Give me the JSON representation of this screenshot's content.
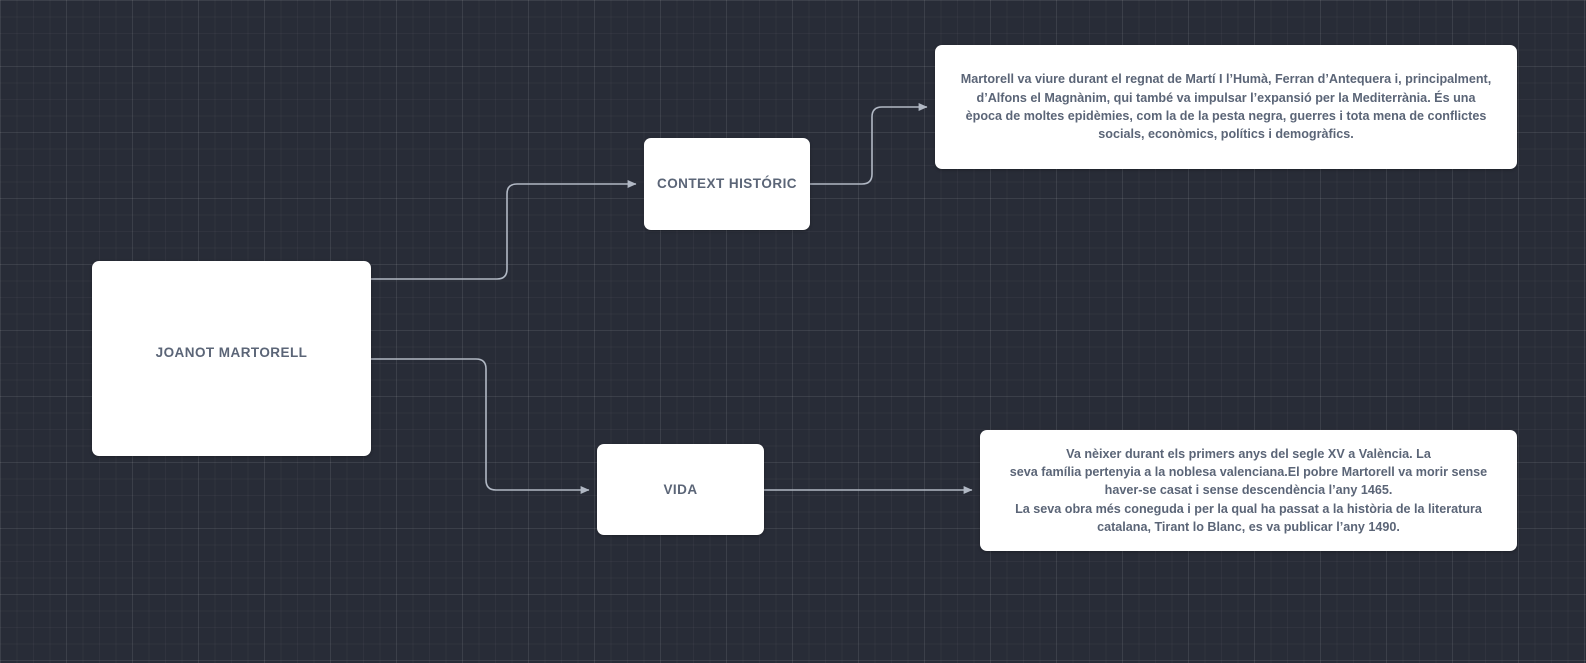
{
  "canvas": {
    "background_color": "#282c37",
    "grid_line_color": "#343947",
    "edge_color": "#b1b8c4",
    "node_background": "#ffffff",
    "node_text_color": "#5b6577"
  },
  "nodes": {
    "root": {
      "label": "JOANOT MARTORELL"
    },
    "context": {
      "label": "CONTEXT HISTÓRIC"
    },
    "vida": {
      "label": "VIDA"
    },
    "note_context": {
      "text": "Martorell va viure durant el regnat de Martí I l’Humà, Ferran d’Antequera i, principalment, d’Alfons el Magnànim, qui també va impulsar l’expansió per la Mediterrània. És una època de moltes epidèmies, com la de la pesta negra, guerres i tota mena de conflictes socials, econòmics, polítics i demogràfics."
    },
    "note_vida": {
      "line1": "Va nèixer durant els primers anys del segle XV a València. La",
      "line2": "seva família pertenyia a la noblesa valenciana.El pobre Martorell va morir sense haver-se casat i sense descendència l’any 1465.",
      "line3": "La seva obra més coneguda i per la qual ha passat a la història de la literatura catalana, Tirant lo Blanc, es va publicar l’any 1490."
    }
  },
  "edges": [
    {
      "name": "root-to-context",
      "from": "root",
      "to": "context",
      "style": "orthogonal"
    },
    {
      "name": "context-to-note",
      "from": "context",
      "to": "note_context",
      "style": "orthogonal"
    },
    {
      "name": "root-to-vida",
      "from": "root",
      "to": "vida",
      "style": "orthogonal"
    },
    {
      "name": "vida-to-note",
      "from": "vida",
      "to": "note_vida",
      "style": "straight"
    }
  ]
}
